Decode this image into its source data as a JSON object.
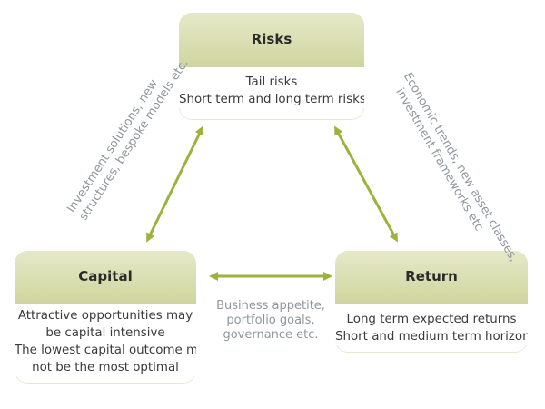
{
  "nodes": {
    "risks": {
      "title": "Risks",
      "lines": [
        "Tail risks",
        "Short term and long term risks"
      ]
    },
    "capital": {
      "title": "Capital",
      "lines": [
        "Attractive opportunities may",
        "be capital intensive",
        "The lowest capital outcome may",
        "not be the most optimal"
      ]
    },
    "return": {
      "title": "Return",
      "lines": [
        "Long term expected returns",
        "Short and medium term horizons"
      ]
    }
  },
  "annotations": {
    "left": [
      "Investment solutions, new",
      "structures, bespoke models etc."
    ],
    "right": [
      "Economic trends, new asset classes,",
      "investment frameworks etc"
    ],
    "bottom": [
      "Business appetite,",
      "portfolio goals,",
      "governance etc."
    ]
  },
  "colors": {
    "header": "#d4d9a8",
    "arrow": "#9bb33a",
    "annotation_text": "#8f969d"
  }
}
